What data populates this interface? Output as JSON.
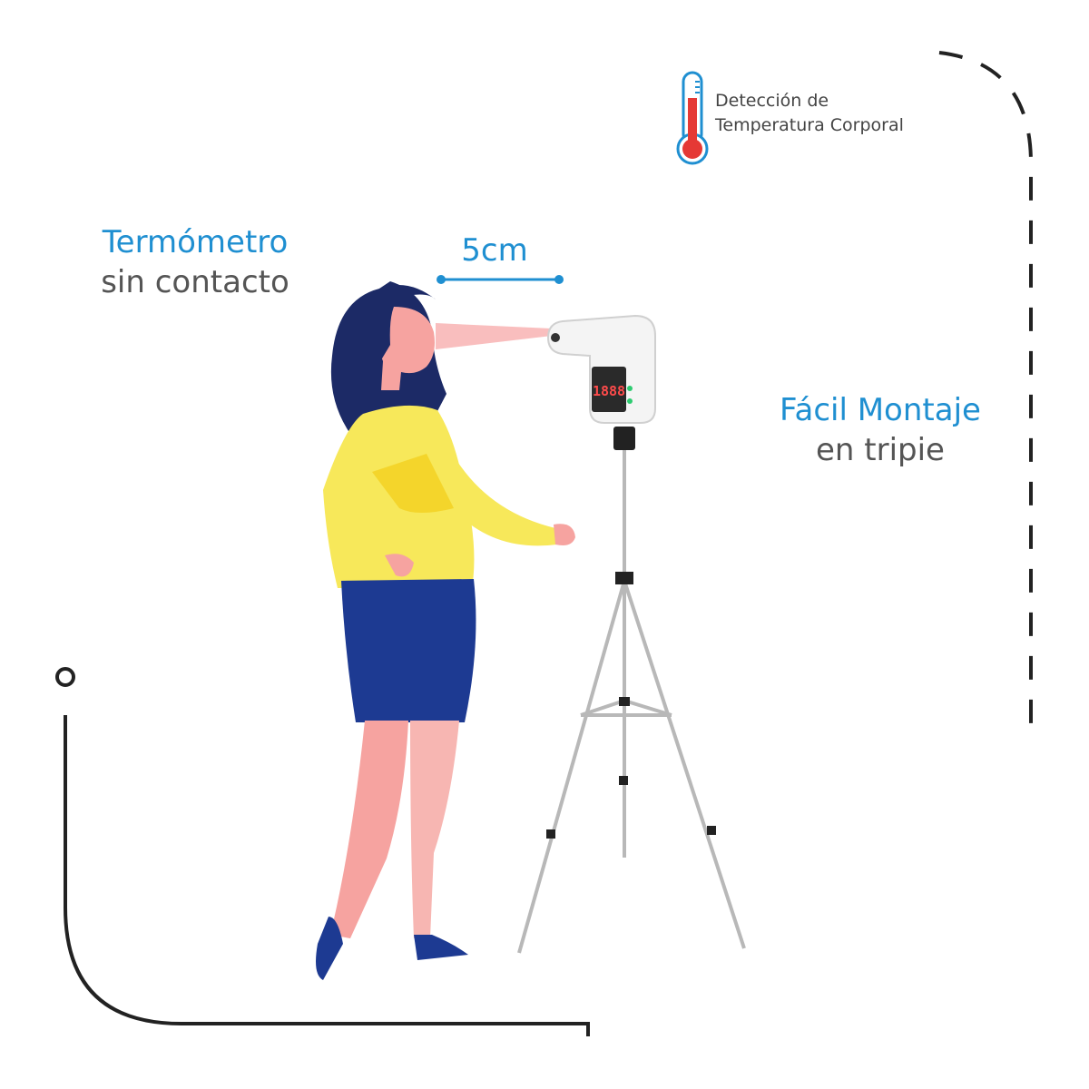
{
  "badge": {
    "line1": "Detección de",
    "line2": "Temperatura Corporal",
    "icon": "thermometer-icon"
  },
  "left_title": {
    "line1": "Termómetro",
    "line2": "sin contacto"
  },
  "distance_label": "5cm",
  "right_title": {
    "line1": "Fácil Montaje",
    "line2": "en tripie"
  },
  "device_display": "1888",
  "colors": {
    "accent": "#1f8fd1",
    "text_gray": "#555555",
    "frame_line": "#222222",
    "thermometer_red": "#e53935",
    "shirt_yellow": "#f7e85a",
    "skirt_blue": "#1d3a92",
    "hair_navy": "#1c2a66",
    "skin_pink": "#f6a3a0"
  }
}
